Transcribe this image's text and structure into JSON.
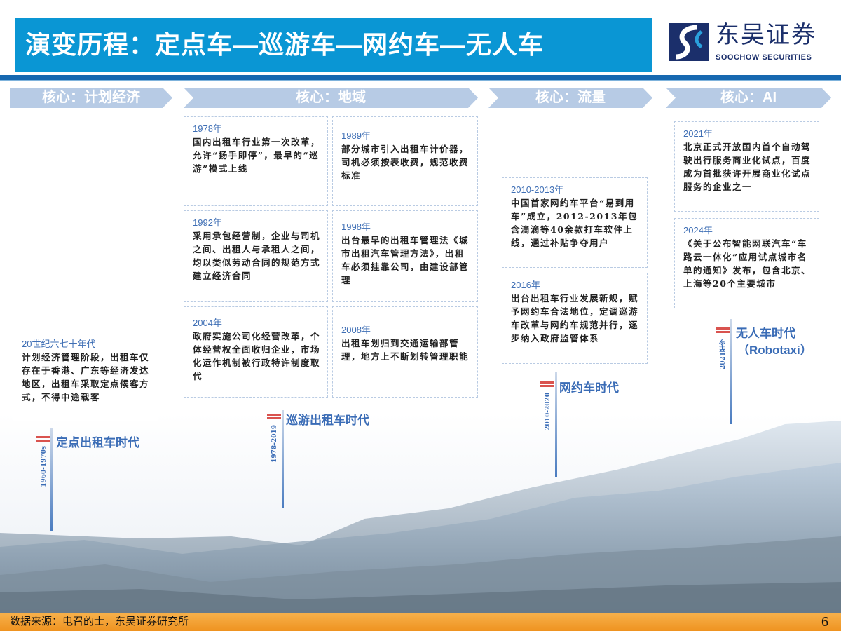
{
  "header": {
    "title": "演变历程：定点车—巡游车—网约车—无人车",
    "logo_cn": "东吴证券",
    "logo_en": "SOOCHOW SECURITIES"
  },
  "banners": [
    "核心：计划经济",
    "核心：地域",
    "核心：流量",
    "核心：AI"
  ],
  "cards": [
    {
      "year": "20世纪六七十年代",
      "text": "计划经济管理阶段，出租车仅存在于香港、广东等经济发达地区，出租车采取定点候客方式，不得中途载客"
    },
    {
      "year": "1978年",
      "text": "国内出租车行业第一次改革，允许“扬手即停”，最早的“巡游”模式上线"
    },
    {
      "year": "1989年",
      "text": "部分城市引入出租车计价器，司机必须按表收费，规范收费标准"
    },
    {
      "year": "1992年",
      "text": "采用承包经营制，企业与司机之间、出租人与承租人之间，均以类似劳动合同的规范方式建立经济合同"
    },
    {
      "year": "1998年",
      "text": "出台最早的出租车管理法《城市出租汽车管理方法》，出租车必须挂靠公司，由建设部管理"
    },
    {
      "year": "2004年",
      "text": "政府实施公司化经营改革，个体经营权全面收归企业，市场化运作机制被行政特许制度取代"
    },
    {
      "year": "2008年",
      "text": "出租车划归到交通运输部管理，地方上不断划转管理职能"
    },
    {
      "year": "2010-2013年",
      "text": "中国首家网约车平台“易到用车”成立，2012-2013年包含滴滴等40余款打车软件上线，通过补贴争夺用户"
    },
    {
      "year": "2016年",
      "text": "出台出租车行业发展新规，赋予网约车合法地位，定调巡游车改革与网约车规范并行，逐步纳入政府监管体系"
    },
    {
      "year": "2021年",
      "text": "北京正式开放国内首个自动驾驶出行服务商业化试点，百度成为首批获许开展商业化试点服务的企业之一"
    },
    {
      "year": "2024年",
      "text": "《关于公布智能网联汽车“车路云一体化”应用试点城市名单的通知》发布，包含北京、上海等20个主要城市"
    }
  ],
  "eras": [
    {
      "label": "定点出租车时代",
      "sub": "",
      "years": "1960-1970s"
    },
    {
      "label": "巡游出租车时代",
      "sub": "",
      "years": "1978-2019"
    },
    {
      "label": "网约车时代",
      "sub": "",
      "years": "2010-2020"
    },
    {
      "label": "无人车时代",
      "sub": "（Robotaxi）",
      "years": "2021至今"
    }
  ],
  "footer": {
    "source": "数据来源：电召的士，东吴证券研究所",
    "page": "6"
  },
  "colors": {
    "title_bg": "#0a96d4",
    "banner": "#b7cbe5",
    "era_text": "#3a6cb6",
    "flag": "#d9534f",
    "footer": "#f0a030"
  }
}
